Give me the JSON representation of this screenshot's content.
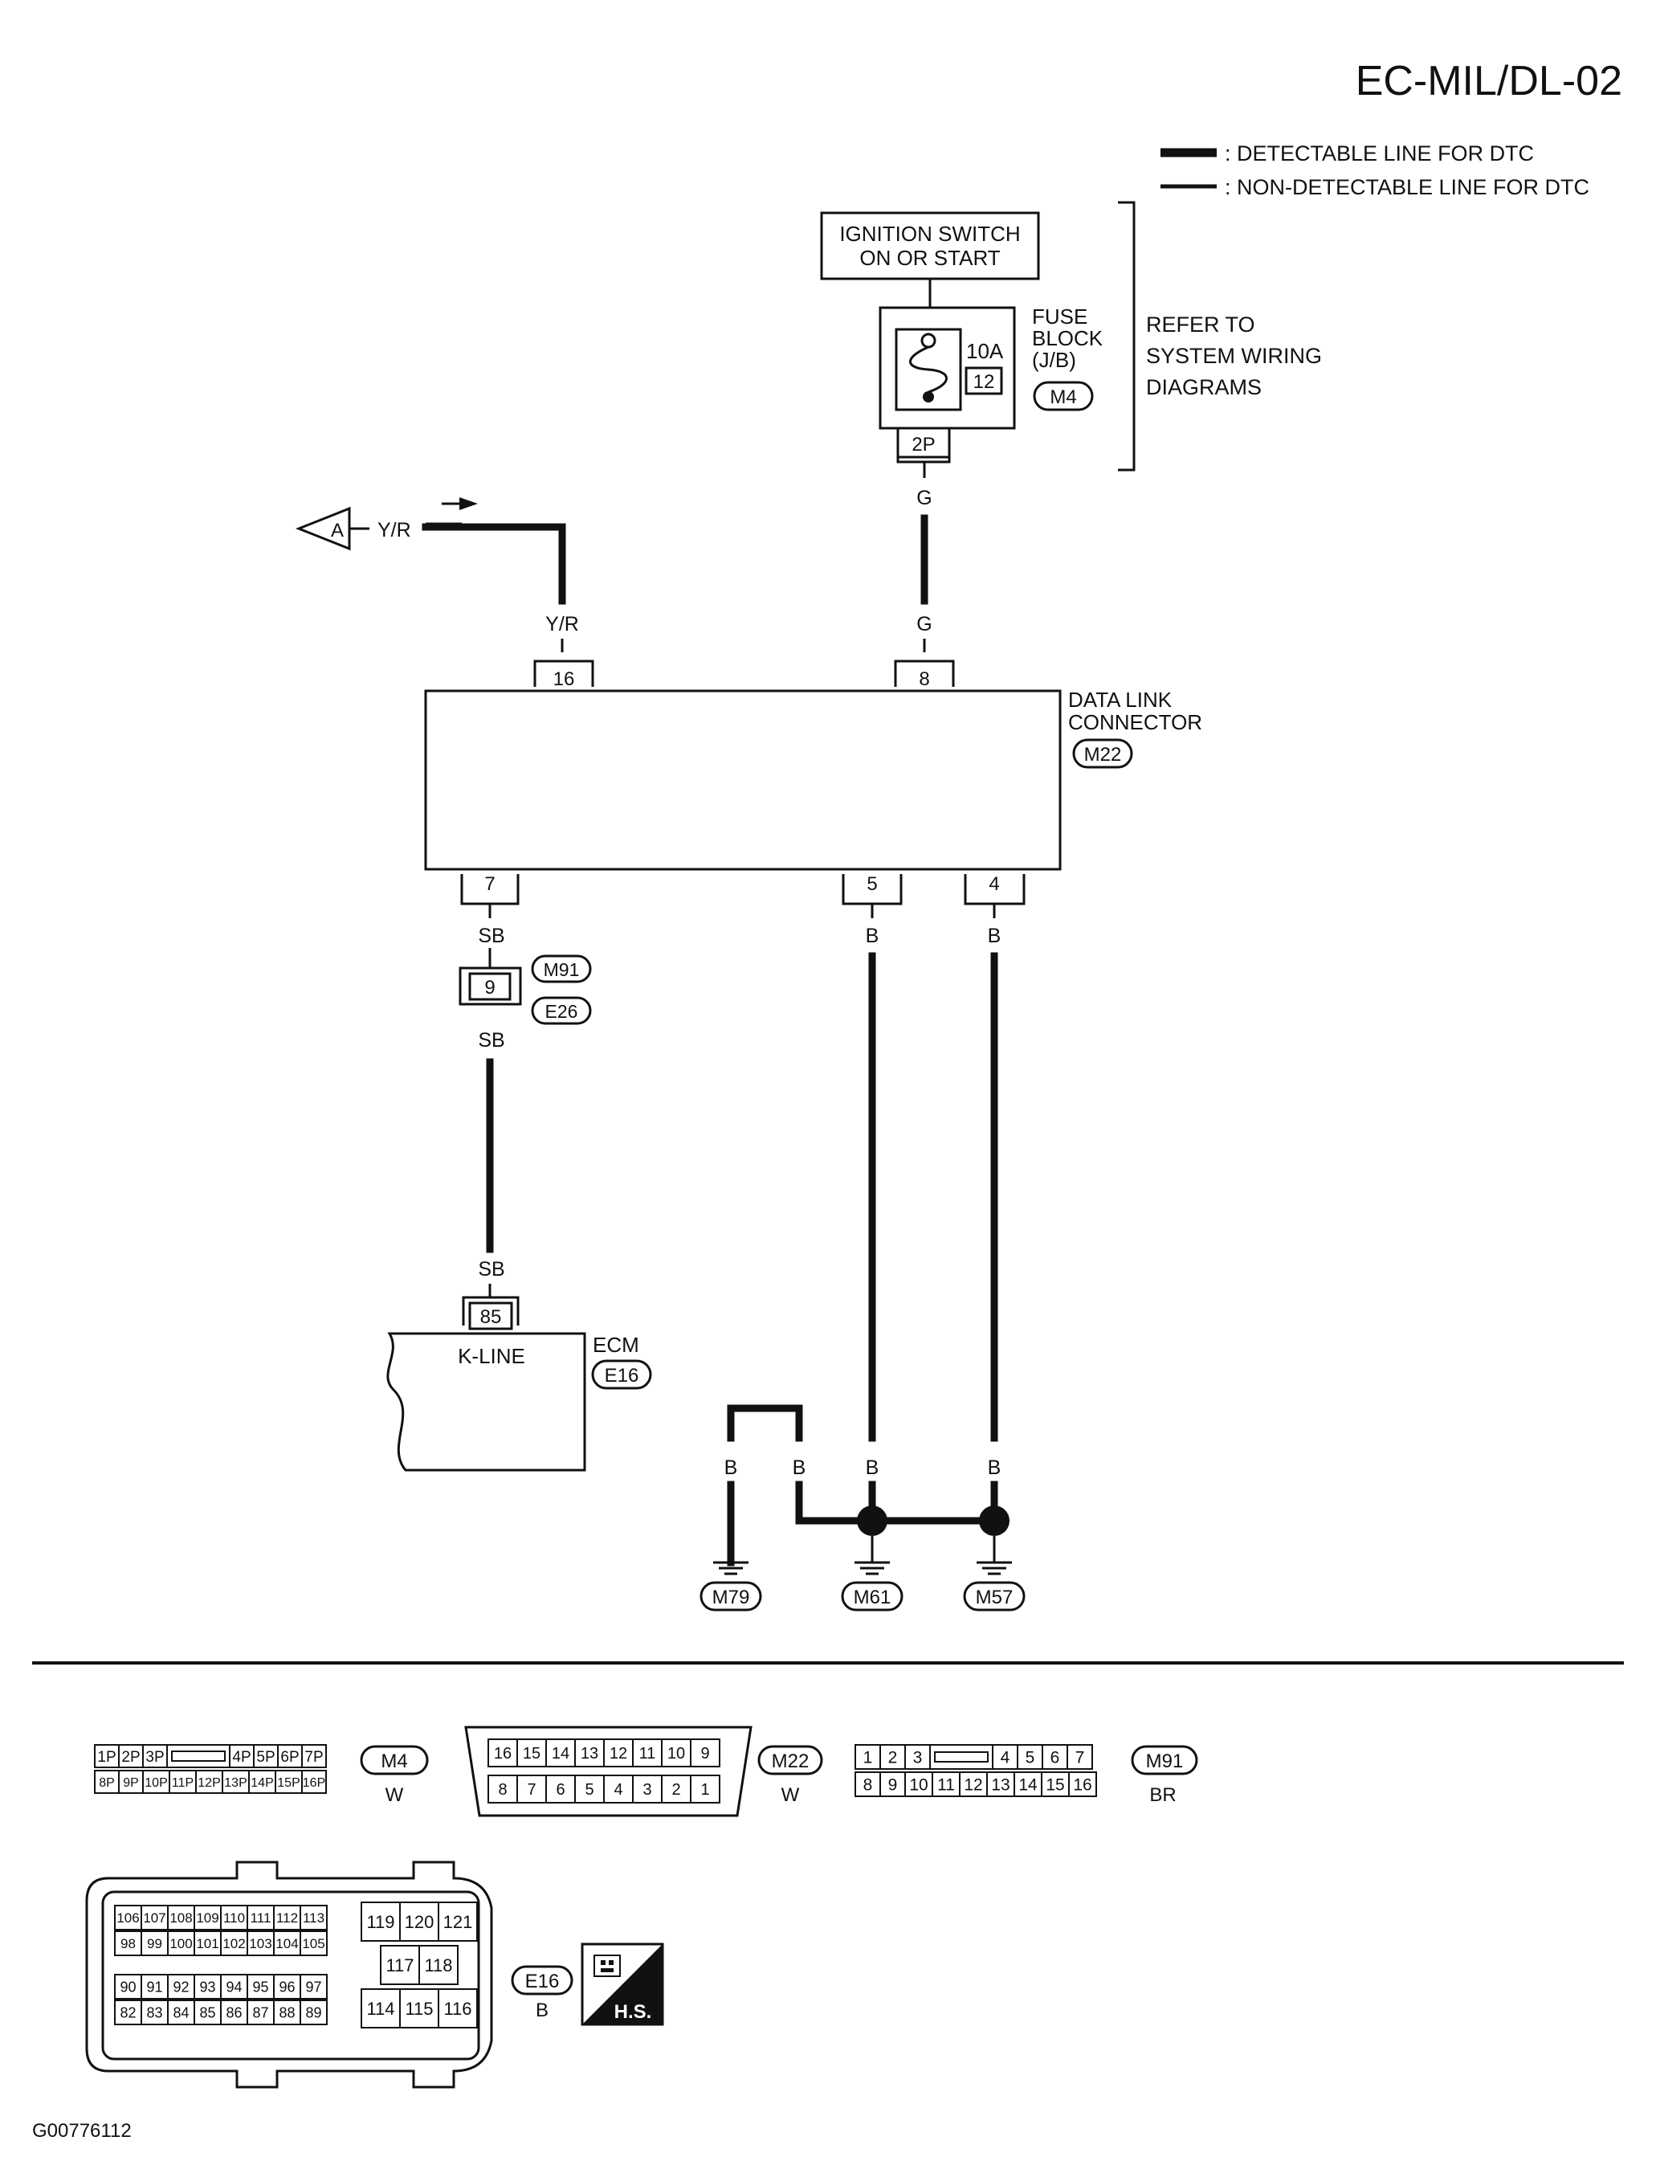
{
  "page": {
    "title": "EC-MIL/DL-02",
    "figure_id": "G00776112"
  },
  "legend": {
    "detectable": ": DETECTABLE LINE FOR DTC",
    "non_detectable": ": NON-DETECTABLE LINE FOR DTC"
  },
  "ignition": {
    "line1": "IGNITION SWITCH",
    "line2": "ON OR START"
  },
  "fuse": {
    "amps": "10A",
    "number": "12",
    "label1": "FUSE",
    "label2": "BLOCK",
    "label3": "(J/B)",
    "connector": "M4",
    "terminal": "2P"
  },
  "refer": {
    "line1": "REFER TO",
    "line2": "SYSTEM WIRING",
    "line3": "DIAGRAMS"
  },
  "offpage": {
    "marker": "A",
    "wire": "Y/R"
  },
  "dlc": {
    "label1": "DATA LINK",
    "label2": "CONNECTOR",
    "connector": "M22",
    "pin_top_left": "16",
    "pin_top_right": "8",
    "pin_bottom_left": "7",
    "pin_bottom_mid": "5",
    "pin_bottom_right": "4"
  },
  "wires": {
    "yr": "Y/R",
    "g": "G",
    "sb": "SB",
    "b": "B"
  },
  "joint": {
    "pin": "9",
    "conn_top": "M91",
    "conn_bottom": "E26"
  },
  "ecm": {
    "label": "ECM",
    "connector": "E16",
    "pin": "85",
    "signal": "K-LINE"
  },
  "grounds": {
    "g1": "M79",
    "g2": "M61",
    "g3": "M57"
  },
  "connectors": {
    "m4": {
      "id": "M4",
      "color": "W",
      "row1": [
        "1P",
        "2P",
        "3P",
        "",
        "4P",
        "5P",
        "6P",
        "7P"
      ],
      "row2": [
        "8P",
        "9P",
        "10P",
        "11P",
        "12P",
        "13P",
        "14P",
        "15P",
        "16P"
      ]
    },
    "m22": {
      "id": "M22",
      "color": "W",
      "row1": [
        "16",
        "15",
        "14",
        "13",
        "12",
        "11",
        "10",
        "9"
      ],
      "row2": [
        "8",
        "7",
        "6",
        "5",
        "4",
        "3",
        "2",
        "1"
      ]
    },
    "m91": {
      "id": "M91",
      "color": "BR",
      "row1": [
        "1",
        "2",
        "3",
        "",
        "4",
        "5",
        "6",
        "7"
      ],
      "row2": [
        "8",
        "9",
        "10",
        "11",
        "12",
        "13",
        "14",
        "15",
        "16"
      ]
    },
    "e16": {
      "id": "E16",
      "color": "B",
      "r1": [
        "106",
        "107",
        "108",
        "109",
        "110",
        "111",
        "112",
        "113"
      ],
      "r2": [
        "98",
        "99",
        "100",
        "101",
        "102",
        "103",
        "104",
        "105"
      ],
      "r3": [
        "90",
        "91",
        "92",
        "93",
        "94",
        "95",
        "96",
        "97"
      ],
      "r4": [
        "82",
        "83",
        "84",
        "85",
        "86",
        "87",
        "88",
        "89"
      ],
      "c1": [
        "119",
        "120",
        "121"
      ],
      "c2": [
        "117",
        "118"
      ],
      "c3": [
        "114",
        "115",
        "116"
      ]
    },
    "hs_badge": "H.S."
  }
}
